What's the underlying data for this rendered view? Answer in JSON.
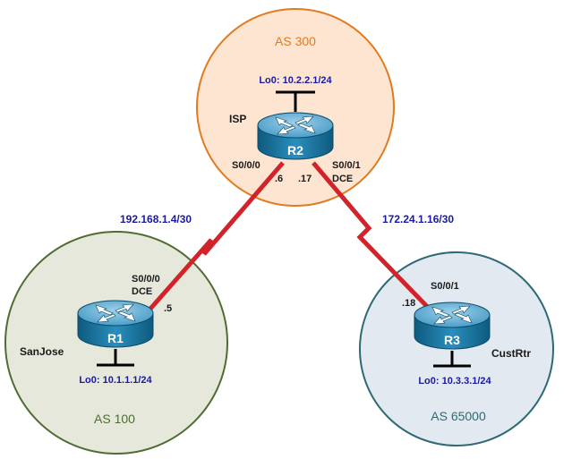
{
  "zones": {
    "as300": {
      "label": "AS 300",
      "color": "#e27a1f",
      "fill": "#fde5d2"
    },
    "as100": {
      "label": "AS 100",
      "color": "#4f6d32",
      "fill": "#e6e8dc"
    },
    "as65000": {
      "label": "AS 65000",
      "color": "#2e6a75",
      "fill": "#e3e9f1"
    }
  },
  "routers": {
    "isp": {
      "hostname": "ISP",
      "id": "R2",
      "loopback": "Lo0: 10.2.2.1/24"
    },
    "sanjose": {
      "hostname": "SanJose",
      "id": "R1",
      "loopback": "Lo0: 10.1.1.1/24"
    },
    "custrtr": {
      "hostname": "CustRtr",
      "id": "R3",
      "loopback": "Lo0: 10.3.3.1/24"
    }
  },
  "links": {
    "sanjose_isp": {
      "network": "192.168.1.4/30",
      "isp_intf": "S0/0/0",
      "isp_addr": ".6",
      "sanjose_intf": "S0/0/0",
      "sanjose_dce": "DCE",
      "sanjose_addr": ".5"
    },
    "isp_custrtr": {
      "network": "172.24.1.16/30",
      "isp_intf": "S0/0/1",
      "isp_dce": "DCE",
      "isp_addr": ".17",
      "custrtr_intf": "S0/0/1",
      "custrtr_addr": ".18"
    }
  },
  "colors": {
    "link": "#d2232a",
    "router_body": "#1f7fa8",
    "router_top": "#6fb4d6",
    "address_text": "#1a1aa0"
  }
}
